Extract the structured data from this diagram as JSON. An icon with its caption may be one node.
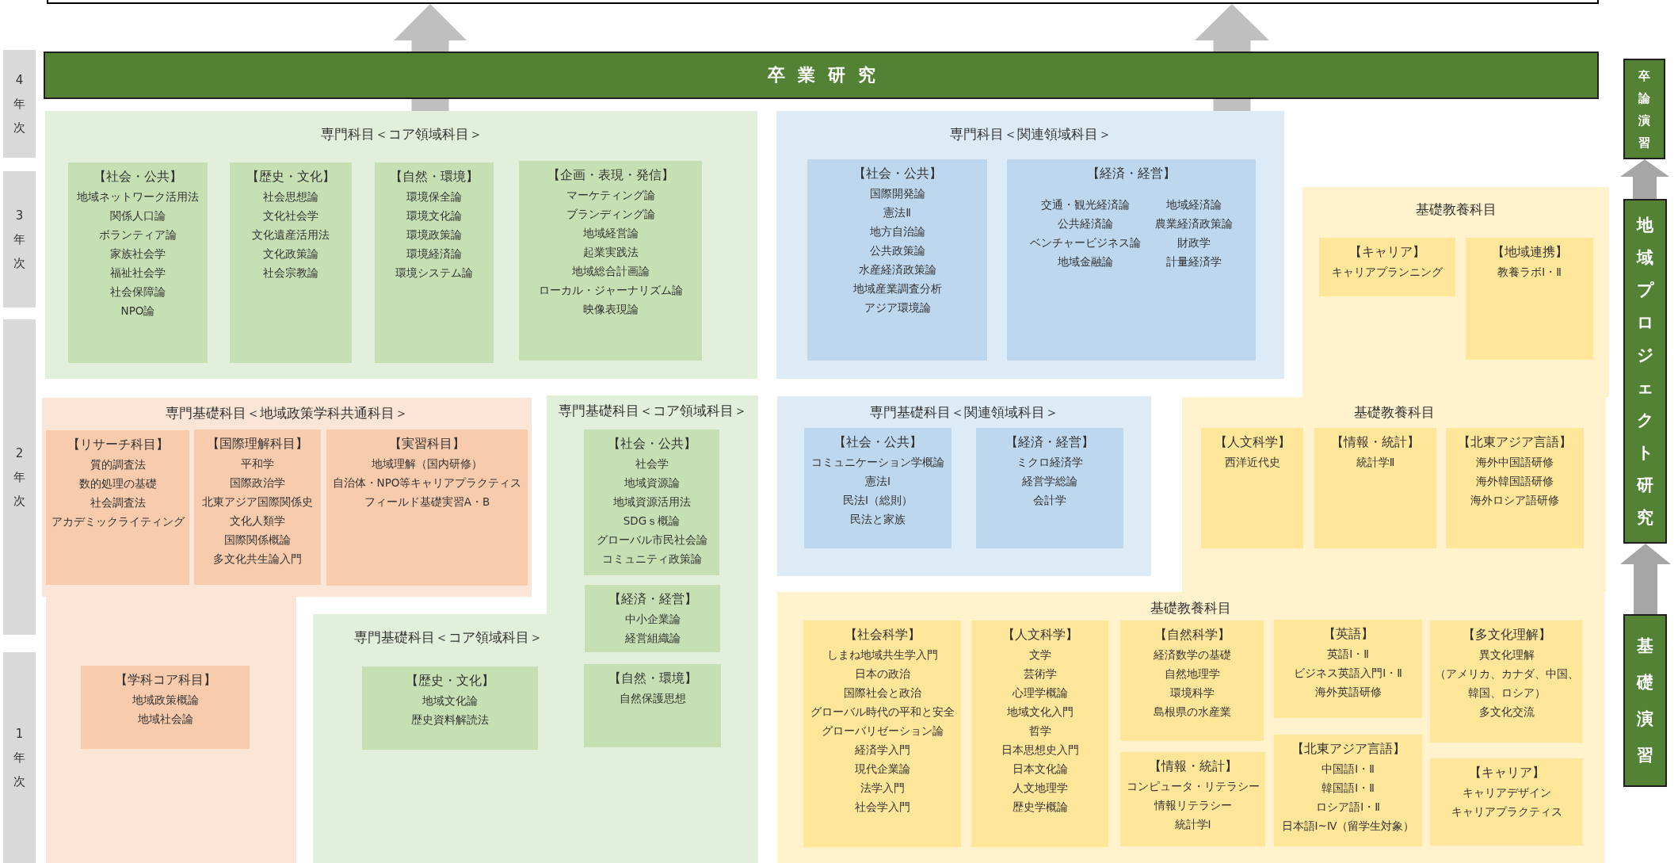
{
  "diagram": {
    "nodes": [
      {
        "text": [],
        "shape": "box"
      },
      {
        "text": [
          "4年次"
        ]
      },
      {
        "text": [
          "3年次"
        ]
      },
      {
        "text": [
          "2年次"
        ]
      },
      {
        "text": [
          "1年次"
        ]
      },
      {
        "text": [
          "卒業研究"
        ]
      },
      {
        "text": [
          "卒論演習"
        ]
      },
      {
        "text": [
          "地域プロジェクト研究"
        ]
      },
      {
        "text": [
          "基礎演習"
        ]
      },
      {
        "text": [
          "専門科目＜コア領域科目＞"
        ]
      },
      {
        "text": [
          "【社会・公共】",
          "地域ネットワーク活用法",
          "関係人口論",
          "ボランティア論",
          "家族社会学",
          "福祉社会学",
          "社会保障論",
          "NPO論"
        ],
        "in": 9
      },
      {
        "text": [
          "【歴史・文化】",
          "社会思想論",
          "文化社会学",
          "文化遺産活用法",
          "文化政策論",
          "社会宗教論"
        ],
        "in": 9
      },
      {
        "text": [
          "【自然・環境】",
          "環境保全論",
          "環境文化論",
          "環境政策論",
          "環境経済論",
          "環境システム論"
        ],
        "in": 9
      },
      {
        "text": [
          "【企画・表現・発信】",
          "マーケティング論",
          "ブランディング論",
          "地域経営論",
          "起業実践法",
          "地域総合計画論",
          "ローカル・ジャーナリズム論",
          "映像表現論"
        ],
        "in": 9
      },
      {
        "text": [
          "専門科目＜関連領域科目＞"
        ]
      },
      {
        "text": [
          "【社会・公共】",
          "国際開発論",
          "憲法Ⅱ",
          "地方自治論",
          "公共政策論",
          "水産経済政策論",
          "地域産業調査分析",
          "アジア環境論"
        ],
        "in": 14
      },
      {
        "text": [
          "【経済・経営】",
          "交通・観光経済論",
          "公共経済論",
          "ベンチャービジネス論",
          "地域金融論",
          "地域経済論",
          "農業経済政策論",
          "財政学",
          "計量経済学"
        ],
        "in": 14
      },
      {
        "text": [
          "基礎教養科目"
        ]
      },
      {
        "text": [
          "【キャリア】",
          "キャリアプランニング"
        ],
        "in": 17
      },
      {
        "text": [
          "【地域連携】",
          "教養ラボⅠ・Ⅱ"
        ],
        "in": 17
      },
      {
        "text": [
          "専門基礎科目＜地域政策学科共通科目＞"
        ]
      },
      {
        "text": [
          "【リサーチ科目】",
          "質的調査法",
          "数的処理の基礎",
          "社会調査法",
          "アカデミックライティング"
        ],
        "in": 20
      },
      {
        "text": [
          "【国際理解科目】",
          "平和学",
          "国際政治学",
          "北東アジア国際関係史",
          "文化人類学",
          "国際関係概論",
          "多文化共生論入門"
        ],
        "in": 20
      },
      {
        "text": [
          "【実習科目】",
          "地域理解（国内研修）",
          "自治体・NPO等キャリアプラクティス",
          "フィールド基礎実習A・B"
        ],
        "in": 20
      },
      {
        "text": [
          "【学科コア科目】",
          "地域政策概論",
          "地域社会論"
        ],
        "in": 20
      },
      {
        "text": [
          "専門基礎科目＜コア領域科目＞"
        ]
      },
      {
        "text": [
          "【社会・公共】",
          "社会学",
          "地域資源論",
          "地域資源活用法",
          "SDGｓ概論",
          "グローバル市民社会論",
          "コミュニティ政策論"
        ],
        "in": 25
      },
      {
        "text": [
          "【経済・経営】",
          "中小企業論",
          "経営組織論"
        ],
        "in": 25
      },
      {
        "text": [
          "【自然・環境】",
          "自然保護思想"
        ],
        "in": 25
      },
      {
        "text": [
          "専門基礎科目＜コア領域科目＞"
        ]
      },
      {
        "text": [
          "【歴史・文化】",
          "地域文化論",
          "歴史資料解読法"
        ],
        "in": 29
      },
      {
        "text": [
          "専門基礎科目＜関連領域科目＞"
        ]
      },
      {
        "text": [
          "【社会・公共】",
          "コミュニケーション学概論",
          "憲法Ⅰ",
          "民法Ⅰ（総則）",
          "民法と家族"
        ],
        "in": 31
      },
      {
        "text": [
          "【経済・経営】",
          "ミクロ経済学",
          "経営学総論",
          "会計学"
        ],
        "in": 31
      },
      {
        "text": [
          "基礎教養科目"
        ]
      },
      {
        "text": [
          "【人文科学】",
          "西洋近代史"
        ],
        "in": 34
      },
      {
        "text": [
          "【情報・統計】",
          "統計学Ⅱ"
        ],
        "in": 34
      },
      {
        "text": [
          "【北東アジア言語】",
          "海外中国語研修",
          "海外韓国語研修",
          "海外ロシア語研修"
        ],
        "in": 34
      },
      {
        "text": [
          "基礎教養科目"
        ]
      },
      {
        "text": [
          "【社会科学】",
          "しまね地域共生学入門",
          "日本の政治",
          "国際社会と政治",
          "グローバル時代の平和と安全",
          "グローバリゼーション論",
          "経済学入門",
          "現代企業論",
          "法学入門",
          "社会学入門"
        ],
        "in": 38
      },
      {
        "text": [
          "【人文科学】",
          "文学",
          "芸術学",
          "心理学概論",
          "地域文化入門",
          "哲学",
          "日本思想史入門",
          "日本文化論",
          "人文地理学",
          "歴史学概論"
        ],
        "in": 38
      },
      {
        "text": [
          "【自然科学】",
          "経済数学の基礎",
          "自然地理学",
          "環境科学",
          "島根県の水産業"
        ],
        "in": 38
      },
      {
        "text": [
          "【情報・統計】",
          "コンピュータ・リテラシー",
          "情報リテラシー",
          "統計学Ⅰ"
        ],
        "in": 38
      },
      {
        "text": [
          "【英語】",
          "英語Ⅰ・Ⅱ",
          "ビジネス英語入門Ⅰ・Ⅱ",
          "海外英語研修"
        ],
        "in": 38
      },
      {
        "text": [
          "【北東アジア言語】",
          "中国語Ⅰ・Ⅱ",
          "韓国語Ⅰ・Ⅱ",
          "ロシア語Ⅰ・Ⅱ",
          "日本語Ⅰ~Ⅳ（留学生対象）"
        ],
        "in": 38
      },
      {
        "text": [
          "【多文化理解】",
          "異文化理解",
          "（アメリカ、カナダ、中国、韓国、ロシア）",
          "多文化交流"
        ],
        "in": 38
      },
      {
        "text": [
          "【キャリア】",
          "キャリアデザイン",
          "キャリアプラクティス"
        ],
        "in": 38
      }
    ],
    "edges": [
      {
        "from": 9,
        "to": 5,
        "arrow": "none"
      },
      {
        "from": 5,
        "to": 0,
        "arrow": "to"
      },
      {
        "from": 14,
        "to": 5,
        "arrow": "none"
      },
      {
        "from": 5,
        "to": 0,
        "arrow": "to"
      },
      {
        "from": 7,
        "to": 6,
        "arrow": "to"
      },
      {
        "from": 8,
        "to": 7,
        "arrow": "to"
      }
    ]
  }
}
